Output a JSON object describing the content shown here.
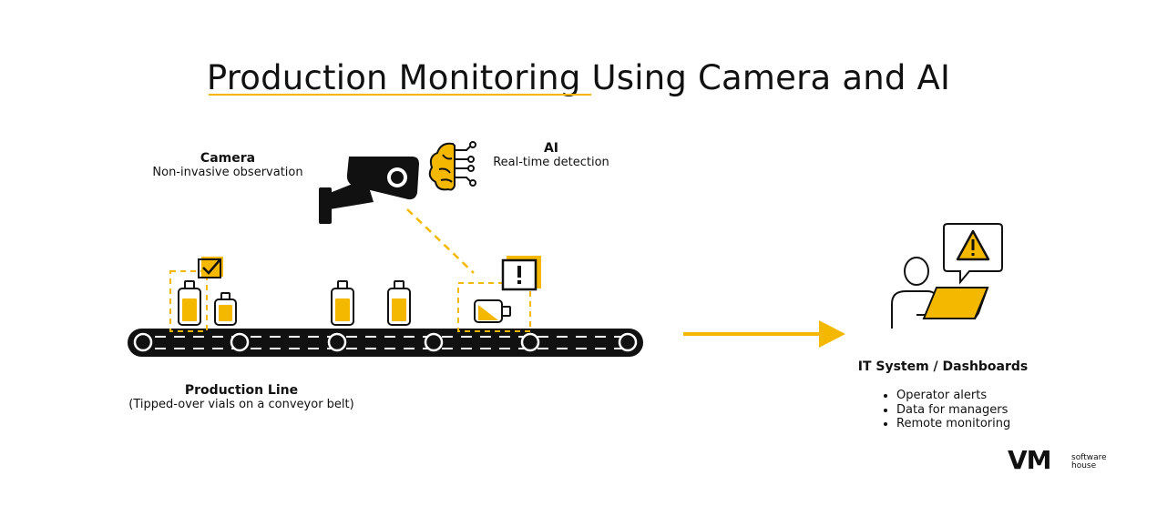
{
  "title": "Production Monitoring Using Camera and AI",
  "camera": {
    "title": "Camera",
    "subtitle": "Non-invasive observation"
  },
  "ai": {
    "title": "AI",
    "subtitle": "Real-time detection"
  },
  "production_line": {
    "title": "Production Line",
    "subtitle": "(Tipped-over vials on a conveyor belt)"
  },
  "it_system": {
    "title": "IT System / Dashboards",
    "items": [
      "Operator alerts",
      "Data for managers",
      "Remote monitoring"
    ]
  },
  "logo": {
    "mark": "VM",
    "line1": "software",
    "line2": "house"
  },
  "colors": {
    "accent": "#f5b800",
    "ink": "#111111",
    "paper": "#ffffff"
  },
  "icons": [
    "security-camera-icon",
    "brain-circuit-icon",
    "vial-icon",
    "checkmark-icon",
    "exclamation-icon",
    "warning-triangle-icon",
    "person-laptop-icon",
    "arrow-right-icon"
  ]
}
